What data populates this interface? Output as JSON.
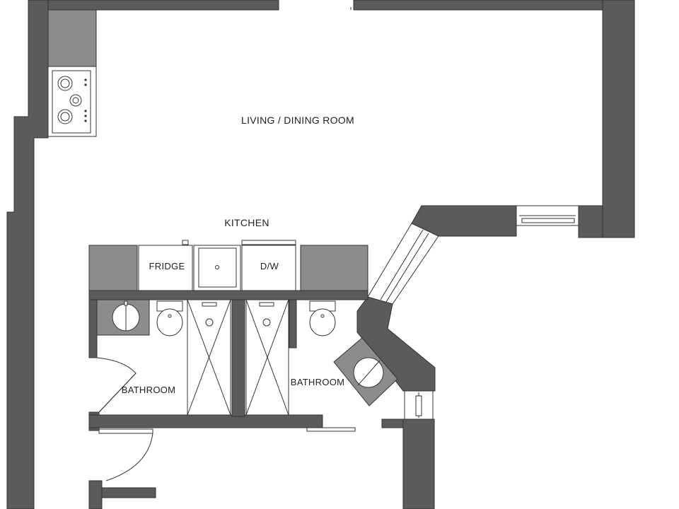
{
  "rooms": {
    "living_dining": "LIVING / DINING ROOM",
    "kitchen": "KITCHEN",
    "bathroom_left": "BATHROOM",
    "bathroom_right": "BATHROOM"
  },
  "appliances": {
    "fridge": "FRIDGE",
    "dishwasher": "D/W"
  },
  "colors": {
    "wall": "#5b5b5c",
    "counter": "#8c8c8d",
    "line": "#333333",
    "background": "#ffffff"
  }
}
